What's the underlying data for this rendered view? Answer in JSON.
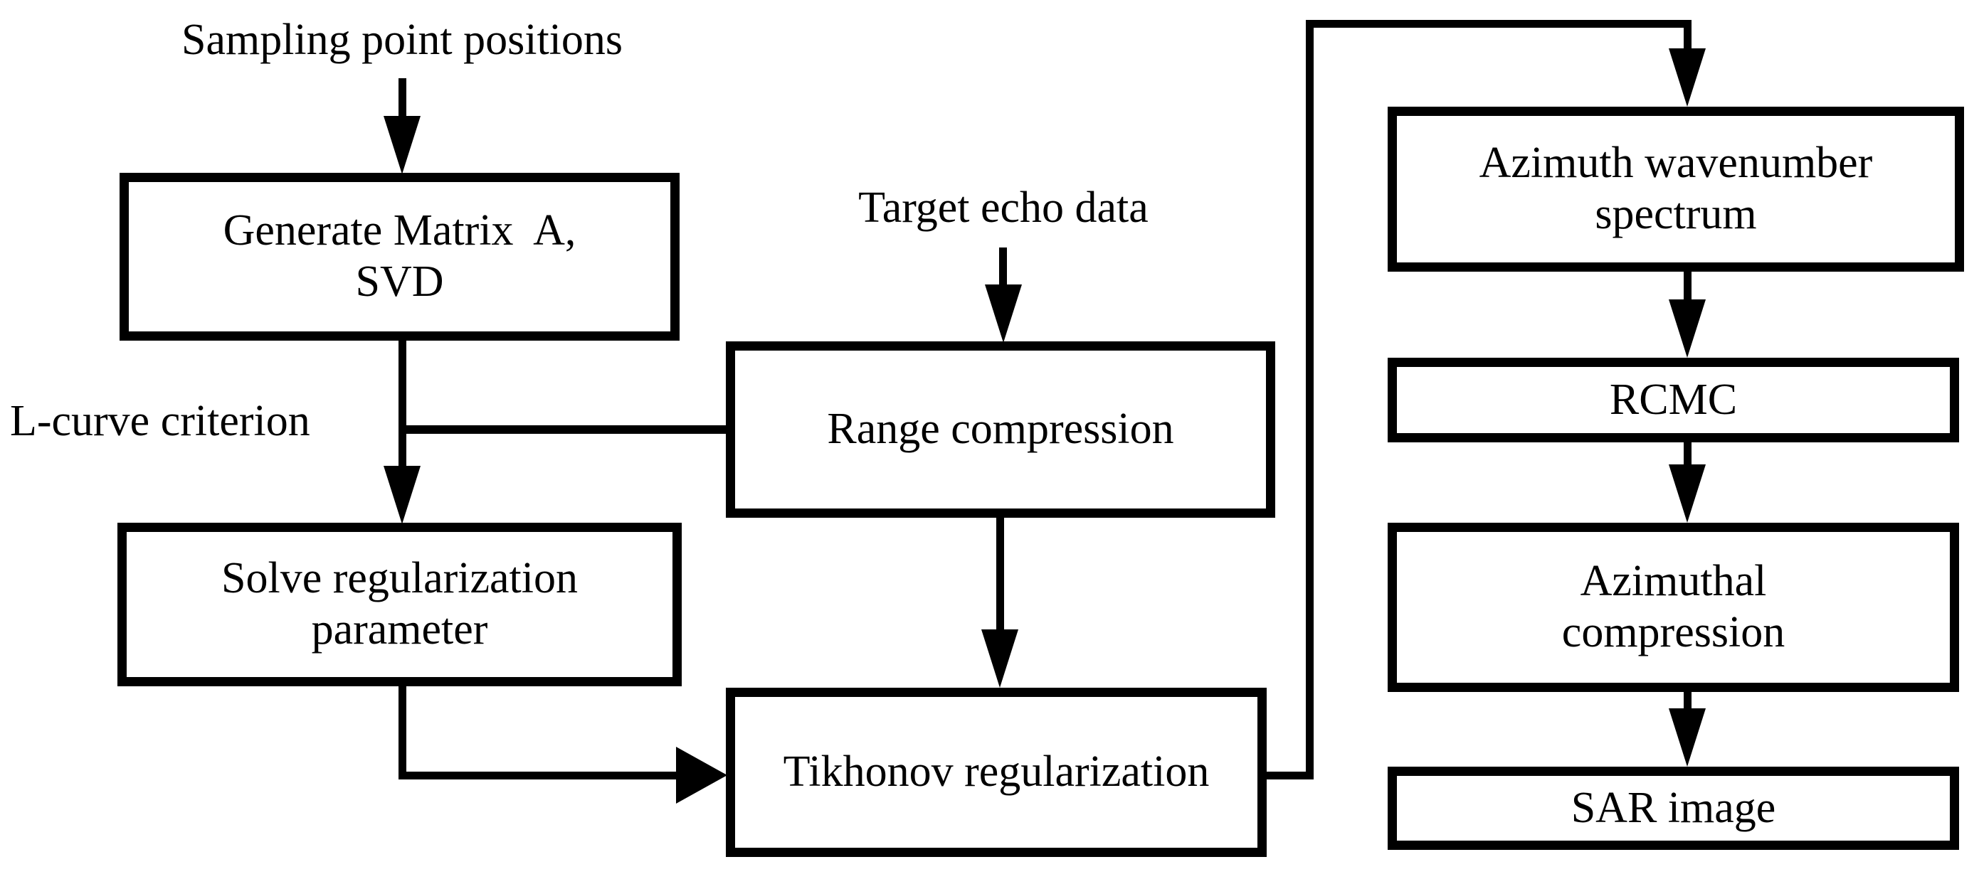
{
  "diagram": {
    "colors": {
      "background": "#ffffff",
      "stroke": "#000000",
      "text": "#000000"
    },
    "labels": {
      "sampling": "Sampling point positions",
      "lcurve": "L-curve criterion",
      "target": "Target echo data"
    },
    "nodes": {
      "generate": "Generate Matrix  A,\nSVD",
      "solve": "Solve regularization\nparameter",
      "range": "Range compression",
      "tikhonov": "Tikhonov regularization",
      "azimuth_spectrum": "Azimuth wavenumber\nspectrum",
      "rcmc": "RCMC",
      "azimuthal_compression": "Azimuthal\ncompression",
      "sar_image": "SAR image"
    },
    "edges": [
      {
        "from": "sampling-label",
        "to": "generate-matrix-svd",
        "arrow": true
      },
      {
        "from": "generate-matrix-svd",
        "to": "solve-regularization-parameter",
        "arrow": true,
        "note": "L-curve criterion"
      },
      {
        "from": "generate-matrix-svd-connector",
        "to": "range-compression",
        "arrow": false
      },
      {
        "from": "target-echo-label",
        "to": "range-compression",
        "arrow": true
      },
      {
        "from": "range-compression",
        "to": "tikhonov-regularization",
        "arrow": true
      },
      {
        "from": "solve-regularization-parameter",
        "to": "tikhonov-regularization",
        "arrow": true
      },
      {
        "from": "tikhonov-regularization",
        "to": "azimuth-wavenumber-spectrum",
        "arrow": true
      },
      {
        "from": "azimuth-wavenumber-spectrum",
        "to": "rcmc",
        "arrow": true
      },
      {
        "from": "rcmc",
        "to": "azimuthal-compression",
        "arrow": true
      },
      {
        "from": "azimuthal-compression",
        "to": "sar-image",
        "arrow": true
      }
    ]
  }
}
